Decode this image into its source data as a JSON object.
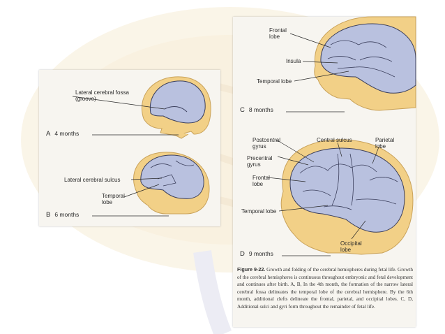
{
  "colors": {
    "head_skin": "#f2d087",
    "head_outline": "#c9a25a",
    "brain_fill": "#b9c1df",
    "brain_outline": "#3b3f5c",
    "panel_bg": "#f7f5f0"
  },
  "panel_left": {
    "stage_a": {
      "letter": "A",
      "label": "4 months"
    },
    "label_a_fossa": "Lateral cerebral fossa\n(groove)",
    "stage_b": {
      "letter": "B",
      "label": "6 months"
    },
    "label_b_sulcus": "Lateral cerebral sulcus",
    "label_b_temporal": "Temporal\nlobe"
  },
  "panel_right": {
    "stage_c": {
      "letter": "C",
      "label": "8 months"
    },
    "label_c_frontal": "Frontal\nlobe",
    "label_c_insula": "Insula",
    "label_c_temporal": "Temporal lobe",
    "stage_d": {
      "letter": "D",
      "label": "9 months"
    },
    "label_d_postcentral": "Postcentral\ngyrus",
    "label_d_central": "Central sulcus",
    "label_d_parietal": "Parietal\nlobe",
    "label_d_precentral": "Precentral\ngyrus",
    "label_d_frontal": "Frontal\nlobe",
    "label_d_temporal": "Temporal lobe",
    "label_d_occipital": "Occipital\nlobe",
    "caption_title": "Figure 9-22.",
    "caption_text": " Growth and folding of the cerebral hemispheres during fetal life. Growth of the cerebral hemispheres is continuous throughout embryonic and fetal development and continues after birth. A, B, In the 4th month, the formation of the narrow lateral cerebral fossa delineates the temporal lobe of the cerebral hemisphere. By the 6th month, additional clefts delineate the frontal, parietal, and occipital lobes. C, D, Additional sulci and gyri form throughout the remainder of fetal life."
  }
}
